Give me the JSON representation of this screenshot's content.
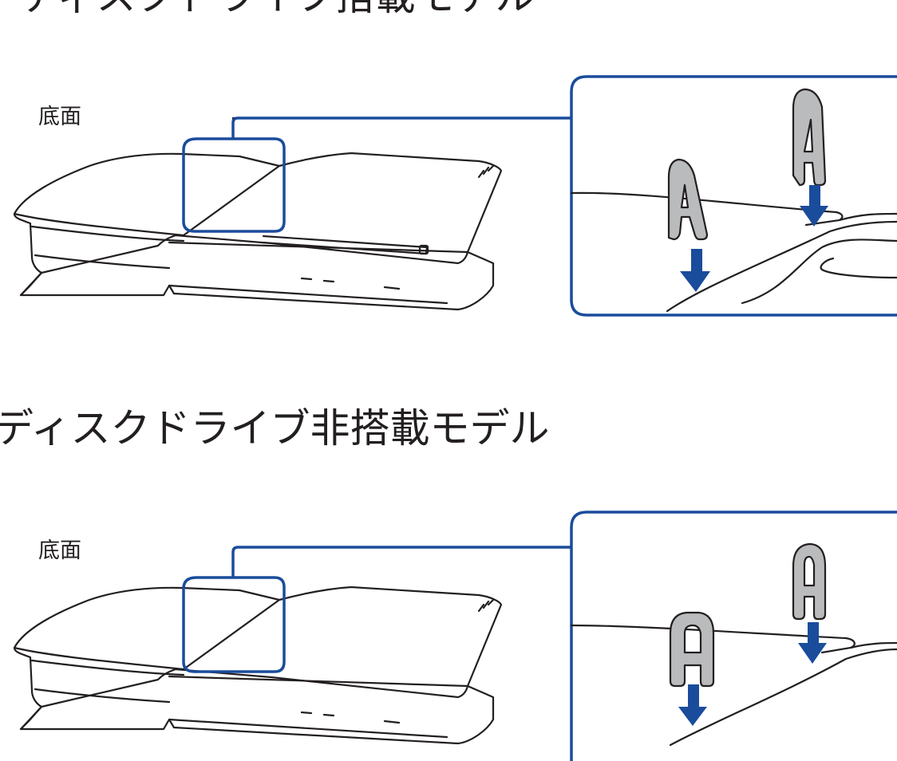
{
  "sections": [
    {
      "title": "ディスクドライブ搭載モデル",
      "view_label": "底面"
    },
    {
      "title": "ディスクドライブ非搭載モデル",
      "view_label": "底面"
    }
  ],
  "colors": {
    "highlight_frame": "#1a4c9c",
    "arrow": "#1a4c9c",
    "console_outline": "#231f20",
    "foot_fill": "#b9bbbd"
  },
  "icons": [
    "down-arrow-icon",
    "stand-foot-icon"
  ]
}
